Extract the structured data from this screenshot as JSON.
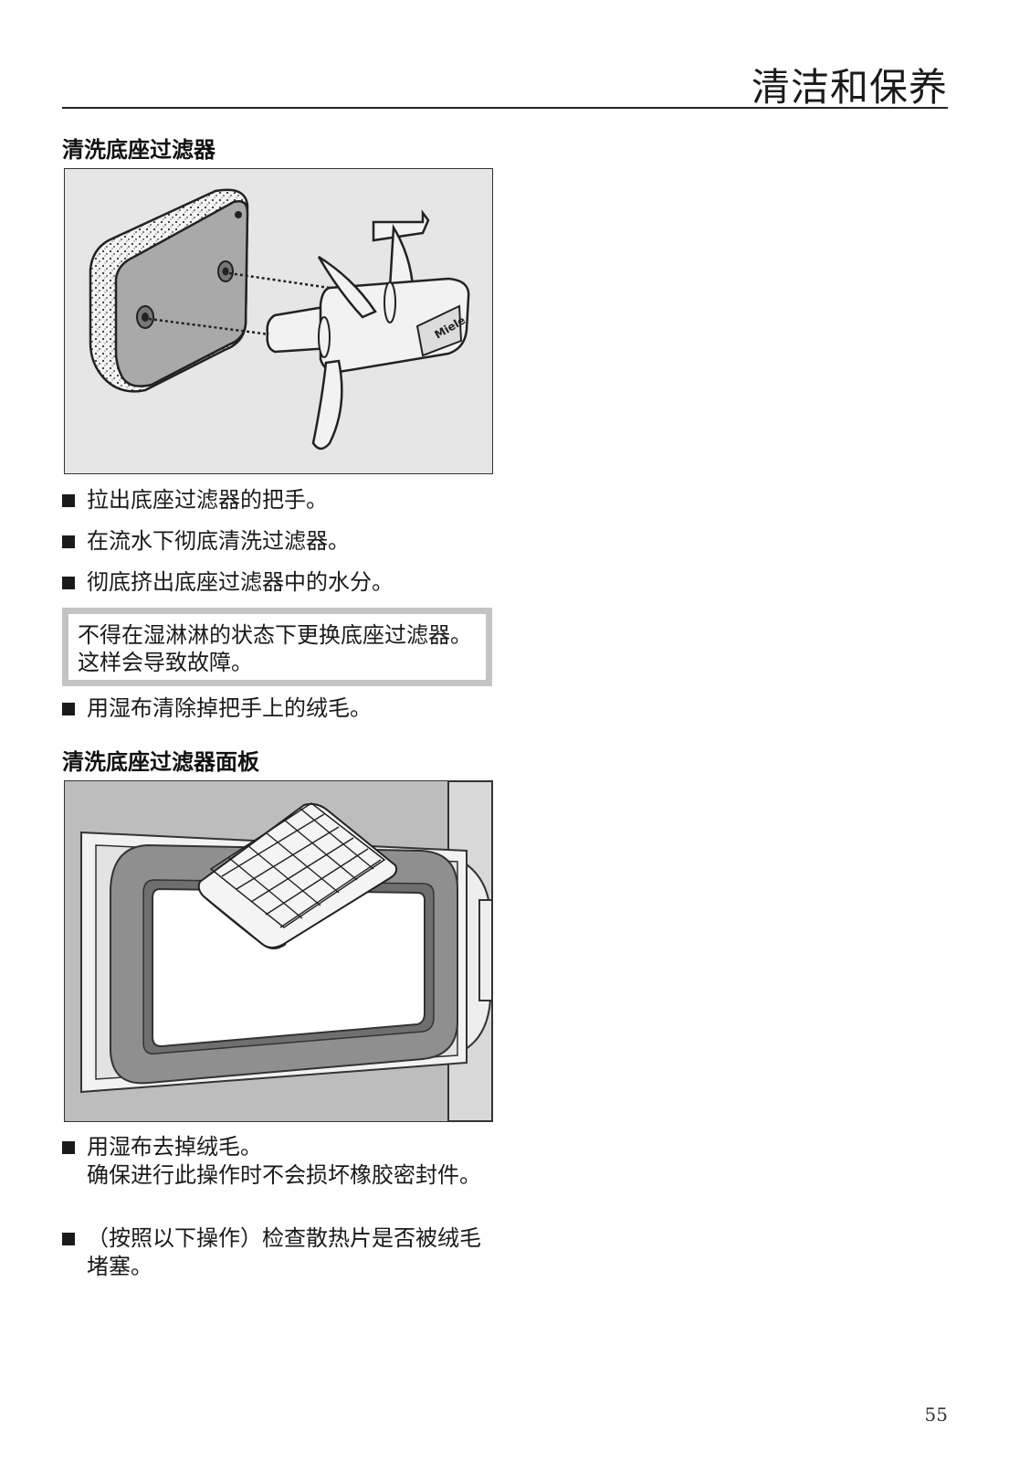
{
  "header": {
    "title": "清洁和保养"
  },
  "section1": {
    "title": "清洗底座过滤器",
    "figure": {
      "brand_label": "Miele"
    },
    "steps": [
      {
        "text": "拉出底座过滤器的把手。"
      },
      {
        "text": "在流水下彻底清洗过滤器。"
      },
      {
        "text": "彻底挤出底座过滤器中的水分。"
      }
    ],
    "note": {
      "text": "不得在湿淋淋的状态下更换底座过滤器。这样会导致故障。"
    },
    "step_after_note": {
      "text": "用湿布清除掉把手上的绒毛。"
    }
  },
  "section2": {
    "title": "清洗底座过滤器面板",
    "steps": [
      {
        "text": "用湿布去掉绒毛。",
        "sub": "确保进行此操作时不会损坏橡胶密封件。"
      },
      {
        "text": "（按照以下操作）检查散热片是否被绒毛堵塞。"
      }
    ]
  },
  "footer": {
    "page_number": "55"
  },
  "colors": {
    "figure_bg": "#e6e6e6",
    "note_border": "#c4c4c4",
    "seal_gray": "#8f8f8f"
  }
}
